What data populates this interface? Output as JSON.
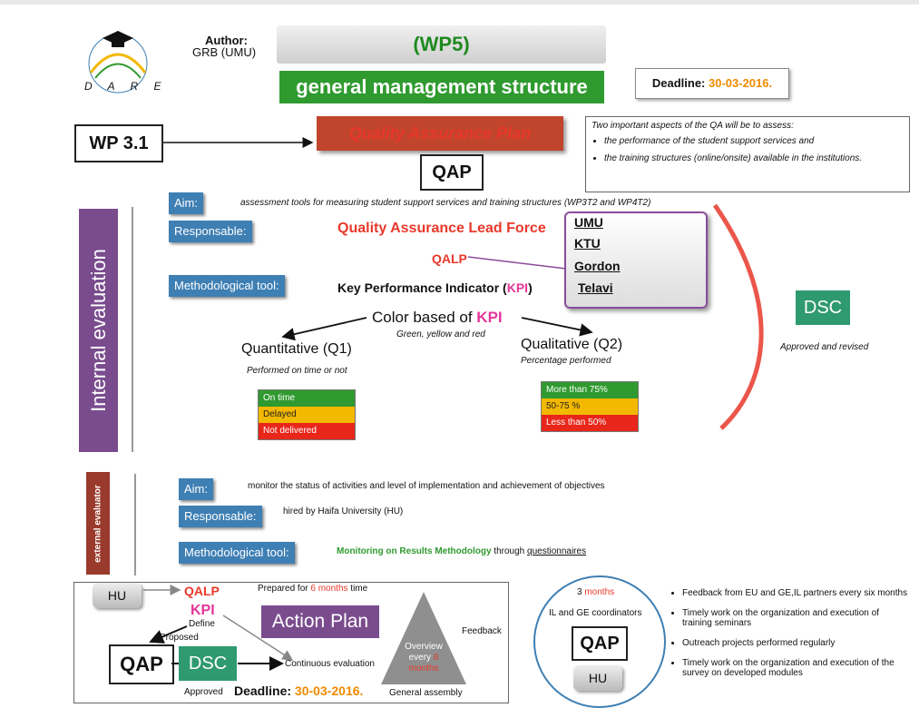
{
  "header": {
    "logo_text": "D A R E",
    "author_label": "Author:",
    "author_value": "GRB (UMU)",
    "wp5": "(WP5)",
    "general_management": "general management structure",
    "deadline_label": "Deadline:",
    "deadline_value": "30-03-2016."
  },
  "plan": {
    "wp31": "WP 3.1",
    "qa_plan": "Quality Assurance Plan",
    "qap": "QAP",
    "qa_intro": "Two important aspects of the QA will be to assess:",
    "qa_points": [
      "the performance of the student support services and",
      "the training structures (online/onsite) available in the institutions."
    ]
  },
  "internal": {
    "title": "Internal evaluation",
    "aim_tag": "Aim:",
    "aim_text": "assessment tools for measuring student support services  and training structures  (WP3T2 and WP4T2)",
    "resp_tag": "Responsable:",
    "lead_force": "Quality Assurance Lead Force",
    "qalp": "QALP",
    "partners": [
      "UMU",
      "KTU",
      "Gordon",
      "Telavi"
    ],
    "meth_tag": "Methodological tool:",
    "kpi_prefix": "Key Performance Indicator (",
    "kpi": "KPI",
    "kpi_suffix": ")",
    "color_based": "Color based of ",
    "color_sub": "Green, yellow and red",
    "quant": "Quantitative (Q1)",
    "quant_sub": "Performed on time or not",
    "qual": "Qualitative (Q2)",
    "qual_sub": "Percentage performed",
    "quant_rows": [
      "On time",
      "Delayed",
      "Not delivered"
    ],
    "qual_rows": [
      "More than 75%",
      "50-75 %",
      "Less than 50%"
    ],
    "dsc": "DSC",
    "approved_revised": "Approved and revised"
  },
  "external": {
    "title": "external evaluator",
    "aim_tag": "Aim:",
    "aim_text": "monitor the status of activities and level of implementation and achievement of objectives",
    "resp_tag": "Responsable:",
    "resp_text": "hired by Haifa University (HU)",
    "meth_tag": "Methodological tool:",
    "meth_bold": "Monitoring on Results Methodology",
    "meth_through": " through ",
    "meth_q": "questionnaires"
  },
  "bottom": {
    "hu": "HU",
    "qalp": "QALP",
    "prepared_pre": "Prepared for ",
    "prepared_months": "6 months",
    "prepared_post": " time",
    "kpi": "KPI",
    "define": "Define",
    "proposed": "Proposed",
    "action_plan": "Action Plan",
    "feedback": "Feedback",
    "qap": "QAP",
    "dsc": "DSC",
    "continuous": "Continuous evaluation",
    "approved": "Approved",
    "deadline_label": "Deadline:",
    "deadline_value": "30-03-2016.",
    "overview_1": "Overview",
    "overview_2": "every ",
    "overview_6": "6",
    "overview_3": "months",
    "general_assembly": "General assembly"
  },
  "circle": {
    "months_num": "3",
    "months_word": " months",
    "coordinators": "IL and GE coordinators",
    "qap": "QAP",
    "hu": "HU"
  },
  "bullets": [
    "Feedback from EU and GE,IL partners every six months",
    "Timely work on the organization and execution of training seminars",
    "Outreach projects performed regularly",
    "Timely work on the organization and execution of the survey on developed modules"
  ],
  "colors": {
    "green": "#2f9a2f",
    "red": "#e8382a",
    "pink": "#e6359a",
    "orange": "#f08a00",
    "purple": "#7a4c8e",
    "blue": "#3e7fb4"
  }
}
